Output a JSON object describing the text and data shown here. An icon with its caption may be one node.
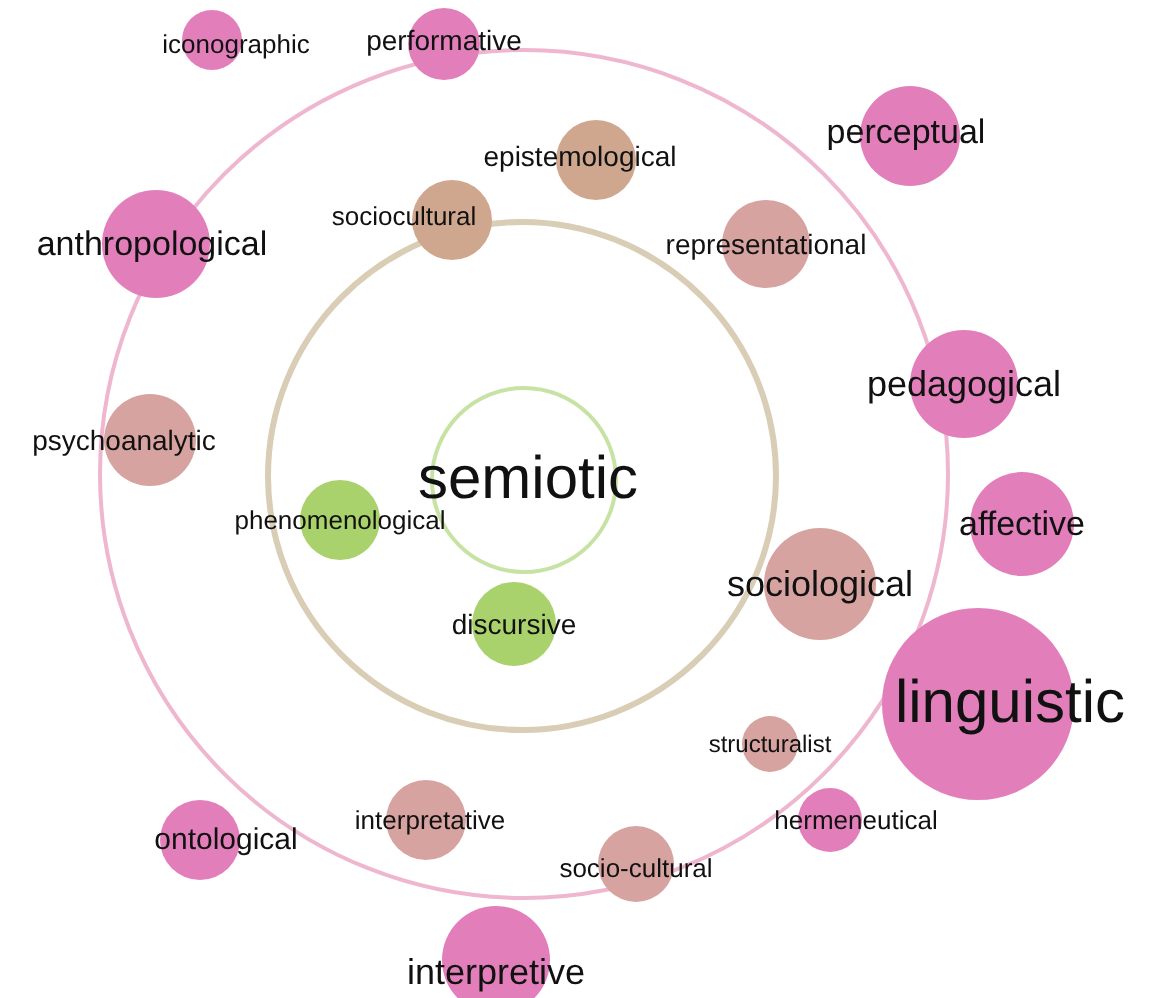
{
  "diagram": {
    "nodes": [
      {
        "text": [
          "semiotic"
        ]
      },
      {
        "text": [
          "iconographic"
        ]
      },
      {
        "text": [
          "performative"
        ]
      },
      {
        "text": [
          "perceptual"
        ]
      },
      {
        "text": [
          "epistemological"
        ]
      },
      {
        "text": [
          "sociocultural"
        ]
      },
      {
        "text": [
          "representational"
        ]
      },
      {
        "text": [
          "anthropological"
        ]
      },
      {
        "text": [
          "pedagogical"
        ]
      },
      {
        "text": [
          "psychoanalytic"
        ]
      },
      {
        "text": [
          "affective"
        ]
      },
      {
        "text": [
          "phenomenological"
        ]
      },
      {
        "text": [
          "sociological"
        ]
      },
      {
        "text": [
          "discursive"
        ]
      },
      {
        "text": [
          "linguistic"
        ]
      },
      {
        "text": [
          "structuralist"
        ]
      },
      {
        "text": [
          "ontological"
        ]
      },
      {
        "text": [
          "interpretative"
        ]
      },
      {
        "text": [
          "hermeneutical"
        ]
      },
      {
        "text": [
          "socio-cultural"
        ]
      },
      {
        "text": [
          "interpretive"
        ]
      }
    ]
  }
}
